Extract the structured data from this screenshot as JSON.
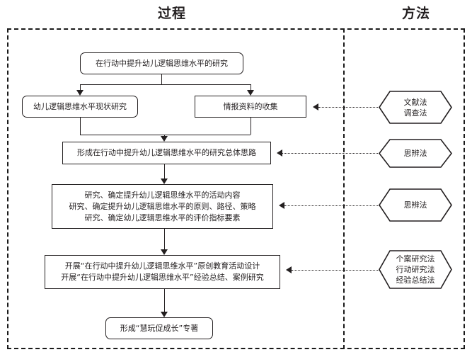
{
  "headings": {
    "process": "过程",
    "method": "方法"
  },
  "process_nodes": [
    {
      "id": "box-title",
      "label": "在行动中提升幼儿逻辑思维水平的研究",
      "shape": "rounded-rect"
    },
    {
      "id": "box-status",
      "label": "幼儿逻辑思维水平现状研究",
      "shape": "rounded-rect"
    },
    {
      "id": "box-intel",
      "label": "情报资料的收集",
      "shape": "rect"
    },
    {
      "id": "box-overall",
      "label": "形成在行动中提升幼儿逻辑思维水平的研究总体思路",
      "shape": "rect"
    },
    {
      "id": "box-research3",
      "label": "研究、确定提升幼儿逻辑思维水平的活动内容\n研究、确定提升幼儿逻辑思维水平的原则、路径、策略\n研究、确定幼儿逻辑思维水平的评价指标要素",
      "shape": "rect"
    },
    {
      "id": "box-activity2",
      "label": "开展“在行动中提升幼儿逻辑思维水平”原创教育活动设计\n开展“在行动中提升幼儿逻辑思维水平”经验总结、案例研究",
      "shape": "rect"
    },
    {
      "id": "box-book",
      "label": "形成“慧玩促成长”专著",
      "shape": "rounded-rect"
    }
  ],
  "method_nodes": [
    {
      "id": "hex-literature",
      "label": "文献法\n调查法",
      "shape": "hexagon"
    },
    {
      "id": "hex-speculate1",
      "label": "思辨法",
      "shape": "hexagon"
    },
    {
      "id": "hex-speculate2",
      "label": "思辨法",
      "shape": "hexagon"
    },
    {
      "id": "hex-case",
      "label": "个案研究法\n行动研究法\n经验总结法",
      "shape": "hexagon"
    }
  ],
  "colors": {
    "stroke": "#231f20",
    "frame": "#1a1a1a",
    "background": "#ffffff"
  }
}
